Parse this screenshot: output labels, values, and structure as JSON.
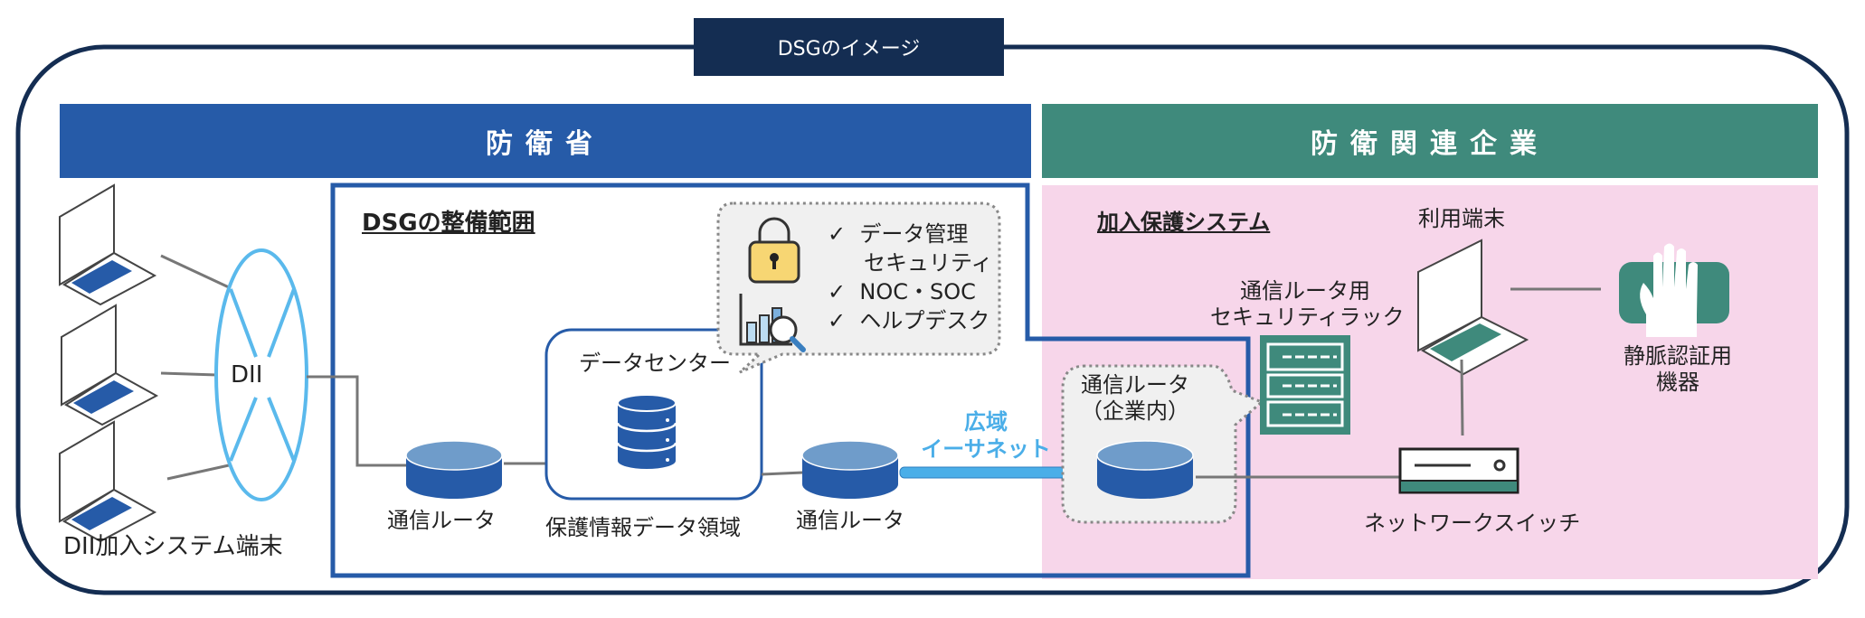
{
  "title": "DSGのイメージ",
  "headers": {
    "mod": "防衛省",
    "industry": "防衛関連企業"
  },
  "colors": {
    "frame": "#142d52",
    "mod_blue": "#265ba8",
    "industry_green": "#3f8a7c",
    "pink_panel": "#f7d6ea",
    "dii_ring": "#5ab9ec",
    "wan_line": "#4aaee8",
    "lock_yellow": "#f7d673"
  },
  "left": {
    "terminals_label": "DII加入システム端末",
    "dii_label": "DII"
  },
  "dsg_scope": {
    "title": "DSGの整備範囲",
    "router_left_label": "通信ルータ",
    "datacenter_label": "データセンター",
    "protected_area_label": "保護情報データ領域",
    "router_right_label": "通信ルータ",
    "services": [
      "データ管理\nセキュリティ",
      "NOC・SOC",
      "ヘルプデスク"
    ],
    "services_lines": [
      "データ管理",
      "セキュリティ",
      "NOC・SOC",
      "ヘルプデスク"
    ],
    "check_mark": "✓"
  },
  "wan": {
    "line1": "広域",
    "line2": "イーサネット"
  },
  "industry": {
    "system_title": "加入保護システム",
    "router_label_line1": "通信ルータ",
    "router_label_line2": "（企業内）",
    "rack_label_line1": "通信ルータ用",
    "rack_label_line2": "セキュリティラック",
    "terminal_label": "利用端末",
    "vein_label_line1": "静脈認証用",
    "vein_label_line2": "機器",
    "switch_label": "ネットワークスイッチ"
  }
}
